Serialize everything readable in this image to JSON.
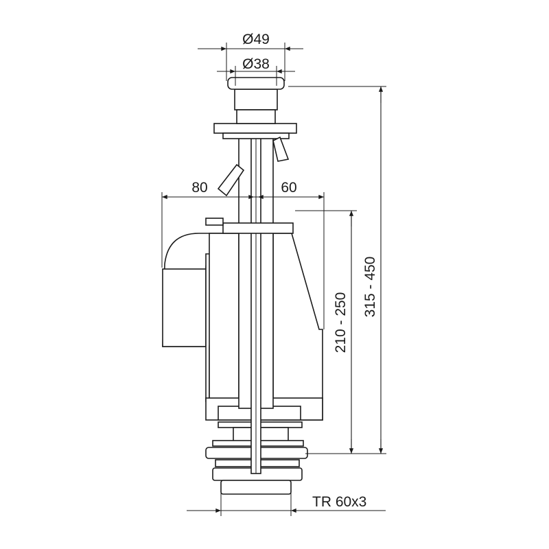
{
  "drawing": {
    "title": "Dual flush valve technical drawing",
    "dimensions": {
      "top_outer_diameter": "Ø49",
      "top_inner_diameter": "Ø38",
      "overflow_offset_left": "80",
      "offset_right": "60",
      "overflow_height_range": "210 - 250",
      "total_height_range": "315 - 450",
      "thread": "TR 60x3"
    },
    "line_color": "#1a1a1a",
    "background": "#ffffff"
  }
}
